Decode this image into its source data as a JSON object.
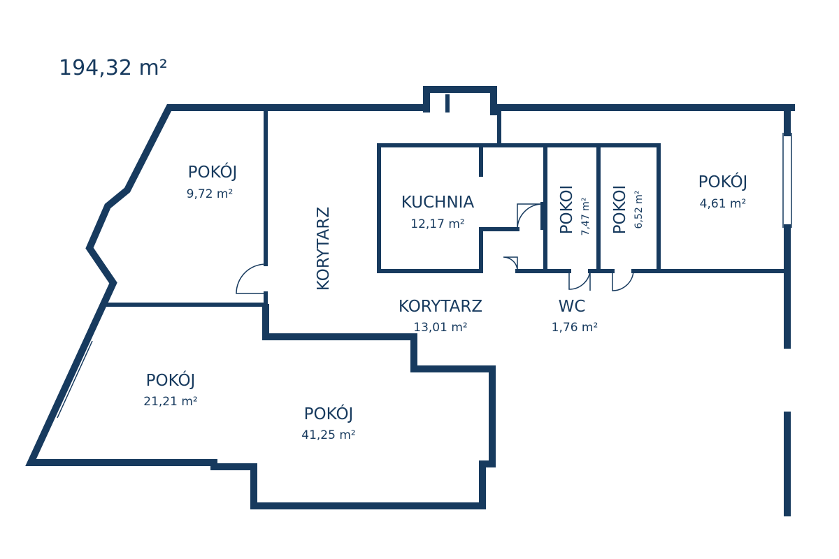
{
  "total_area": "194,32 m²",
  "rooms": [
    {
      "label": "POKÓJ",
      "area": "9,72 m²"
    },
    {
      "label": "KORYTARZ"
    },
    {
      "label": "KUCHNIA",
      "area": "12,17 m²"
    },
    {
      "label": "POKOI",
      "area": "7,47 m²"
    },
    {
      "label": "POKOI",
      "area": "6,52 m²"
    },
    {
      "label": "POKÓJ",
      "area": "4,61 m²"
    },
    {
      "label": "KORYTARZ",
      "area": "13,01 m²"
    },
    {
      "label": "WC",
      "area": "1,76 m²"
    },
    {
      "label": "POKÓJ",
      "area": "21,21 m²"
    },
    {
      "label": "POKÓJ",
      "area": "41,25 m²"
    }
  ],
  "colors": {
    "wall": "#173a5e",
    "background": "#ffffff"
  }
}
